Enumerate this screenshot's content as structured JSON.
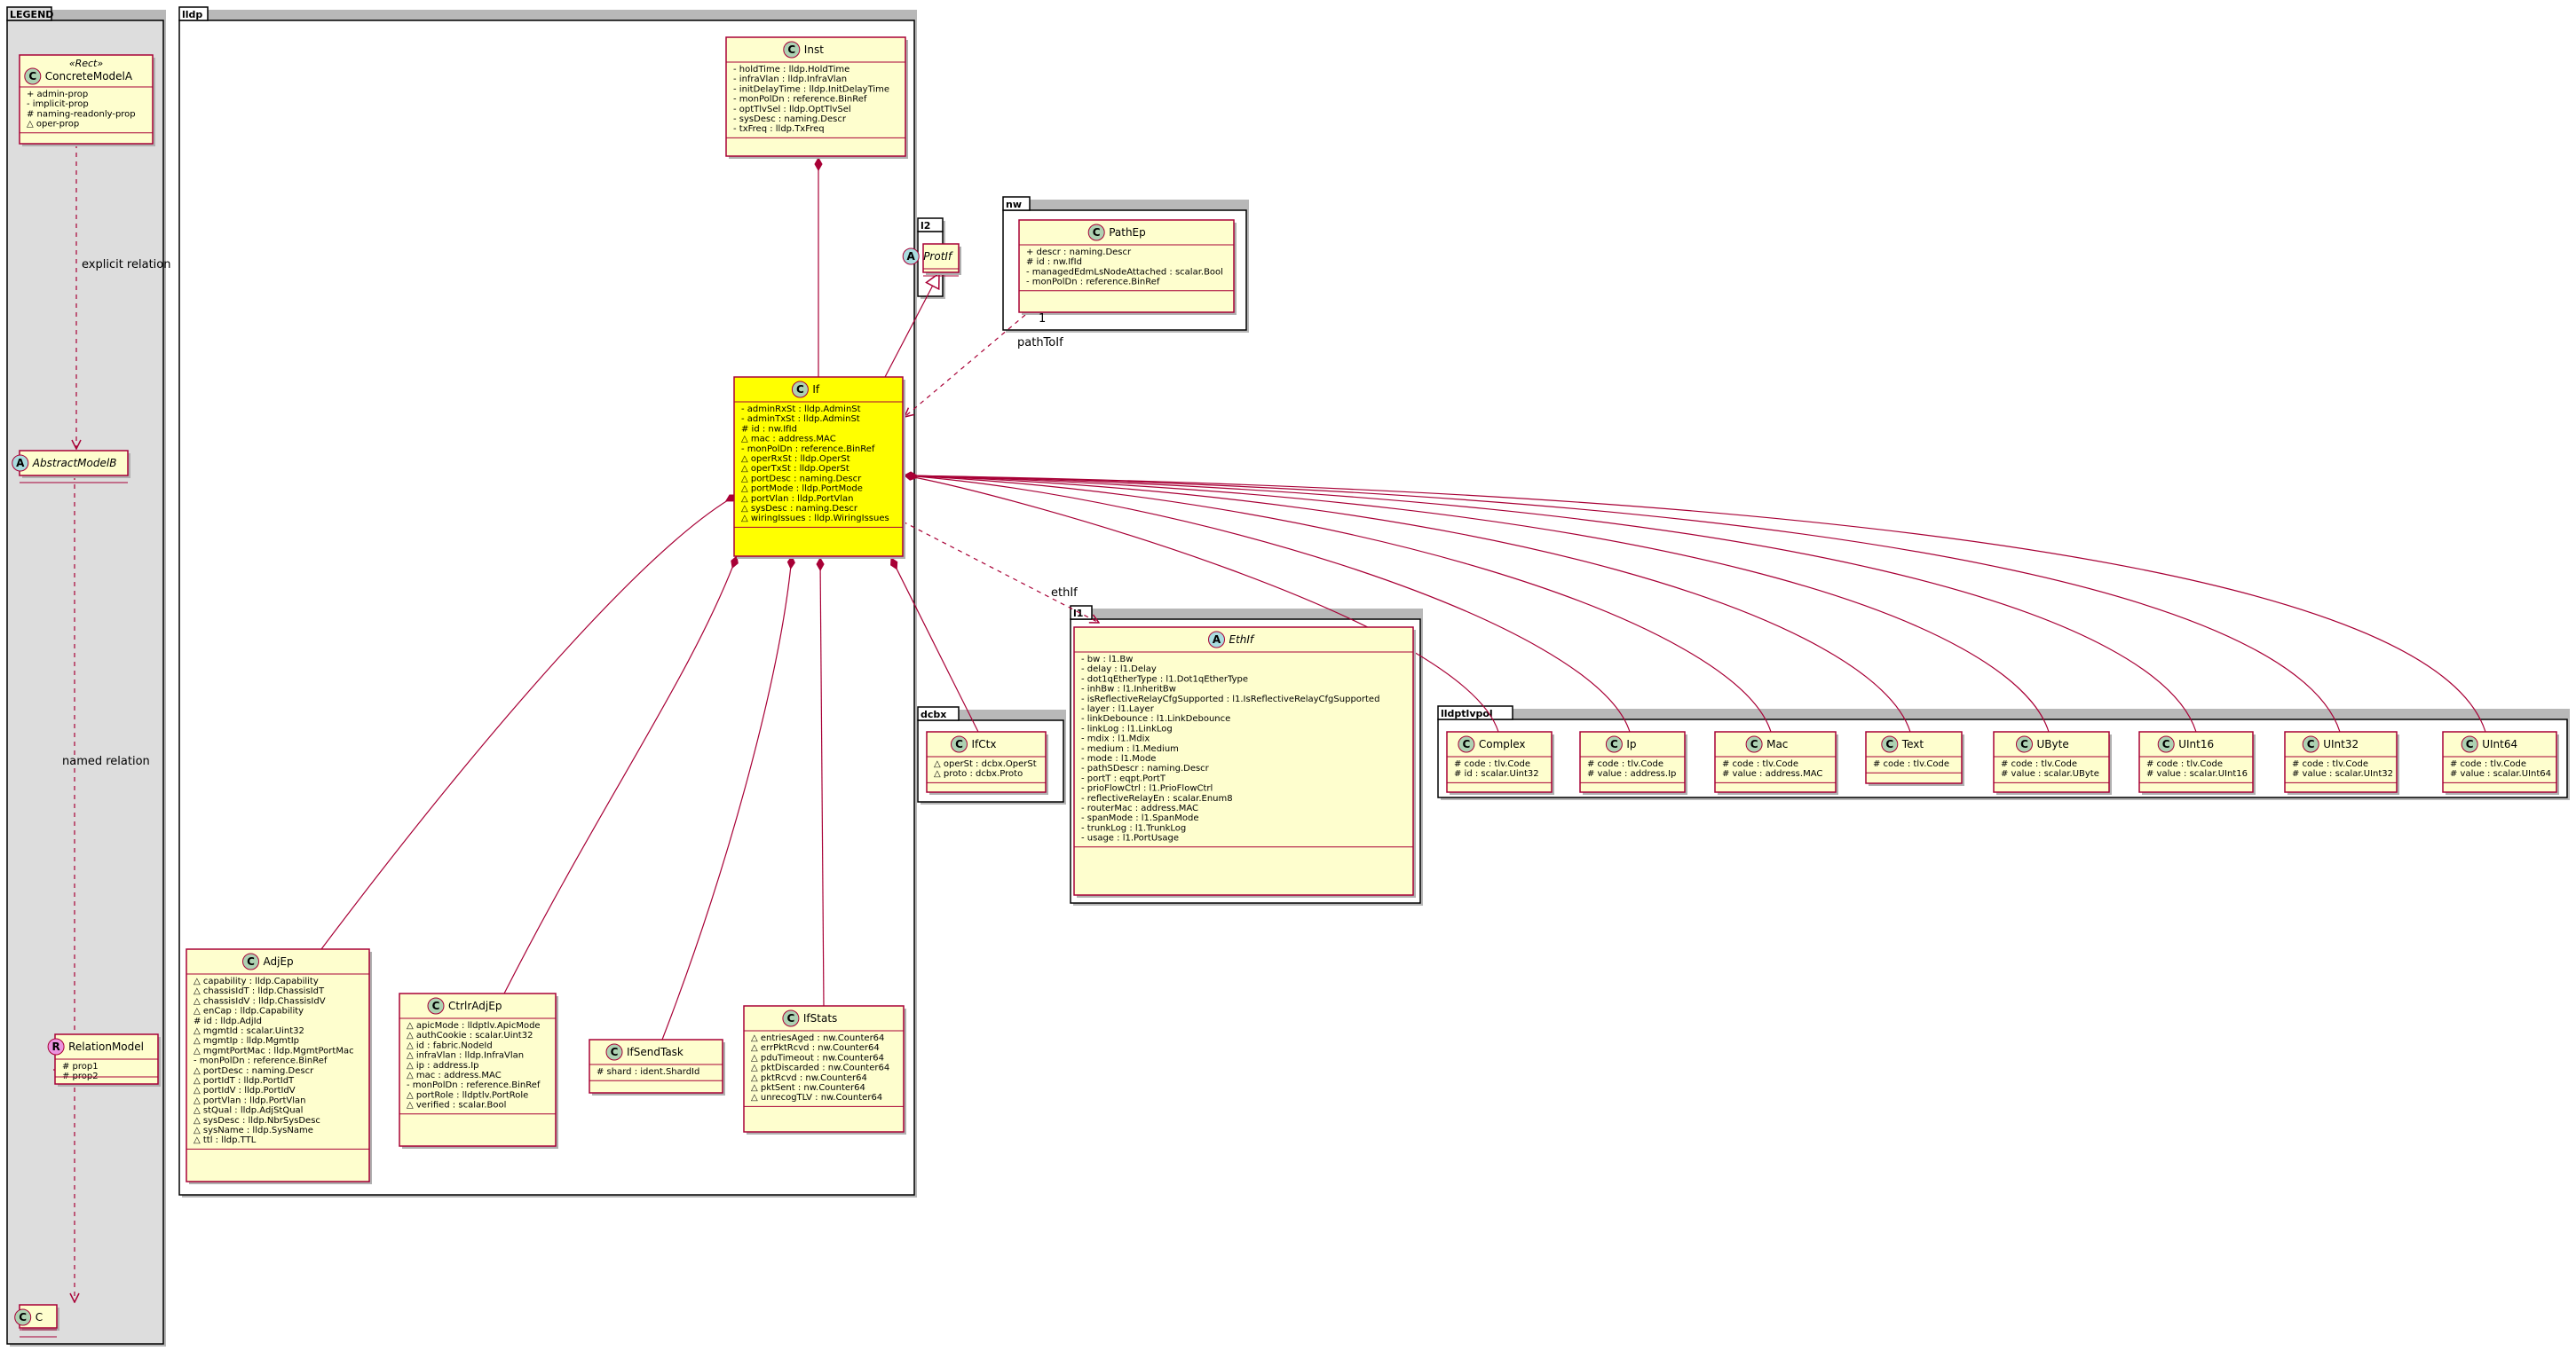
{
  "colors": {
    "class_fill": "#FEFECE",
    "class_highlight": "#FFFF00",
    "border": "#A80036",
    "legend_bg": "#DDDDDD",
    "circle_c": "#ADD1B2",
    "circle_a": "#A9DCDF",
    "circle_r": "#EB93DF",
    "text": "#000000"
  },
  "packages": {
    "legend": "LEGEND",
    "lldp": "lldp",
    "l2": "l2",
    "nw": "nw",
    "l1": "l1",
    "dcbx": "dcbx",
    "lldptlvpol": "lldptlvpol"
  },
  "classes": {
    "concrete": {
      "name": "ConcreteModelA",
      "stereotype": "«Rect»",
      "kind": "C",
      "attrs": [
        "+ admin-prop",
        "- implicit-prop",
        "# naming-readonly-prop",
        "△ oper-prop"
      ]
    },
    "abstract_b": {
      "name": "AbstractModelB",
      "kind": "A",
      "attrs": []
    },
    "relation": {
      "name": "RelationModel",
      "kind": "R",
      "attrs": [
        "# prop1",
        "# prop2"
      ]
    },
    "c": {
      "name": "C",
      "kind": "C",
      "attrs": []
    },
    "inst": {
      "name": "Inst",
      "kind": "C",
      "attrs": [
        "- holdTime : lldp.HoldTime",
        "- infraVlan : lldp.InfraVlan",
        "- initDelayTime : lldp.InitDelayTime",
        "- monPolDn : reference.BinRef",
        "- optTlvSel : lldp.OptTlvSel",
        "- sysDesc : naming.Descr",
        "- txFreq : lldp.TxFreq"
      ]
    },
    "protif": {
      "name": "ProtIf",
      "kind": "A",
      "attrs": []
    },
    "pathep": {
      "name": "PathEp",
      "kind": "C",
      "attrs": [
        "+ descr : naming.Descr",
        "# id : nw.IfId",
        "- managedEdmLsNodeAttached : scalar.Bool",
        "- monPolDn : reference.BinRef"
      ]
    },
    "if": {
      "name": "If",
      "kind": "C",
      "attrs": [
        "- adminRxSt : lldp.AdminSt",
        "- adminTxSt : lldp.AdminSt",
        "# id : nw.IfId",
        "△ mac : address.MAC",
        "- monPolDn : reference.BinRef",
        "△ operRxSt : lldp.OperSt",
        "△ operTxSt : lldp.OperSt",
        "△ portDesc : naming.Descr",
        "△ portMode : lldp.PortMode",
        "△ portVlan : lldp.PortVlan",
        "△ sysDesc : naming.Descr",
        "△ wiringIssues : lldp.WiringIssues"
      ]
    },
    "ethif": {
      "name": "EthIf",
      "kind": "A",
      "attrs": [
        "- bw : l1.Bw",
        "- delay : l1.Delay",
        "- dot1qEtherType : l1.Dot1qEtherType",
        "- inhBw : l1.InheritBw",
        "- isReflectiveRelayCfgSupported : l1.IsReflectiveRelayCfgSupported",
        "- layer : l1.Layer",
        "- linkDebounce : l1.LinkDebounce",
        "- linkLog : l1.LinkLog",
        "- mdix : l1.Mdix",
        "- medium : l1.Medium",
        "- mode : l1.Mode",
        "- pathSDescr : naming.Descr",
        "- portT : eqpt.PortT",
        "- prioFlowCtrl : l1.PrioFlowCtrl",
        "- reflectiveRelayEn : scalar.Enum8",
        "- routerMac : address.MAC",
        "- spanMode : l1.SpanMode",
        "- trunkLog : l1.TrunkLog",
        "- usage : l1.PortUsage"
      ]
    },
    "ifctx": {
      "name": "IfCtx",
      "kind": "C",
      "attrs": [
        "△ operSt : dcbx.OperSt",
        "△ proto : dcbx.Proto"
      ]
    },
    "complex": {
      "name": "Complex",
      "kind": "C",
      "attrs": [
        "# code : tlv.Code",
        "# id : scalar.Uint32"
      ]
    },
    "ip": {
      "name": "Ip",
      "kind": "C",
      "attrs": [
        "# code : tlv.Code",
        "# value : address.Ip"
      ]
    },
    "mac": {
      "name": "Mac",
      "kind": "C",
      "attrs": [
        "# code : tlv.Code",
        "# value : address.MAC"
      ]
    },
    "text": {
      "name": "Text",
      "kind": "C",
      "attrs": [
        "# code : tlv.Code"
      ]
    },
    "ubyte": {
      "name": "UByte",
      "kind": "C",
      "attrs": [
        "# code : tlv.Code",
        "# value : scalar.UByte"
      ]
    },
    "uint16": {
      "name": "UInt16",
      "kind": "C",
      "attrs": [
        "# code : tlv.Code",
        "# value : scalar.UInt16"
      ]
    },
    "uint32": {
      "name": "UInt32",
      "kind": "C",
      "attrs": [
        "# code : tlv.Code",
        "# value : scalar.UInt32"
      ]
    },
    "uint64": {
      "name": "UInt64",
      "kind": "C",
      "attrs": [
        "# code : tlv.Code",
        "# value : scalar.UInt64"
      ]
    },
    "adjep": {
      "name": "AdjEp",
      "kind": "C",
      "attrs": [
        "△ capability : lldp.Capability",
        "△ chassisIdT : lldp.ChassisIdT",
        "△ chassisIdV : lldp.ChassisIdV",
        "△ enCap : lldp.Capability",
        "# id : lldp.AdjId",
        "△ mgmtId : scalar.Uint32",
        "△ mgmtIp : lldp.MgmtIp",
        "△ mgmtPortMac : lldp.MgmtPortMac",
        "- monPolDn : reference.BinRef",
        "△ portDesc : naming.Descr",
        "△ portIdT : lldp.PortIdT",
        "△ portIdV : lldp.PortIdV",
        "△ portVlan : lldp.PortVlan",
        "△ stQual : lldp.AdjStQual",
        "△ sysDesc : lldp.NbrSysDesc",
        "△ sysName : lldp.SysName",
        "△ ttl : lldp.TTL"
      ]
    },
    "ctrladjep": {
      "name": "CtrlrAdjEp",
      "kind": "C",
      "attrs": [
        "△ apicMode : lldptlv.ApicMode",
        "△ authCookie : scalar.Uint32",
        "△ id : fabric.NodeId",
        "△ infraVlan : lldp.InfraVlan",
        "△ ip : address.Ip",
        "△ mac : address.MAC",
        "- monPolDn : reference.BinRef",
        "△ portRole : lldptlv.PortRole",
        "△ verified : scalar.Bool"
      ]
    },
    "ifsendtask": {
      "name": "IfSendTask",
      "kind": "C",
      "attrs": [
        "# shard : ident.ShardId"
      ]
    },
    "ifstats": {
      "name": "IfStats",
      "kind": "C",
      "attrs": [
        "△ entriesAged : nw.Counter64",
        "△ errPktRcvd : nw.Counter64",
        "△ pduTimeout : nw.Counter64",
        "△ pktDiscarded : nw.Counter64",
        "△ pktRcvd : nw.Counter64",
        "△ pktSent : nw.Counter64",
        "△ unrecogTLV : nw.Counter64"
      ]
    }
  },
  "labels": {
    "explicit": "explicit relation",
    "named": "named relation",
    "pathtoif": "pathToIf",
    "pathtoif_mult": "1",
    "ethif": "ethIf"
  }
}
